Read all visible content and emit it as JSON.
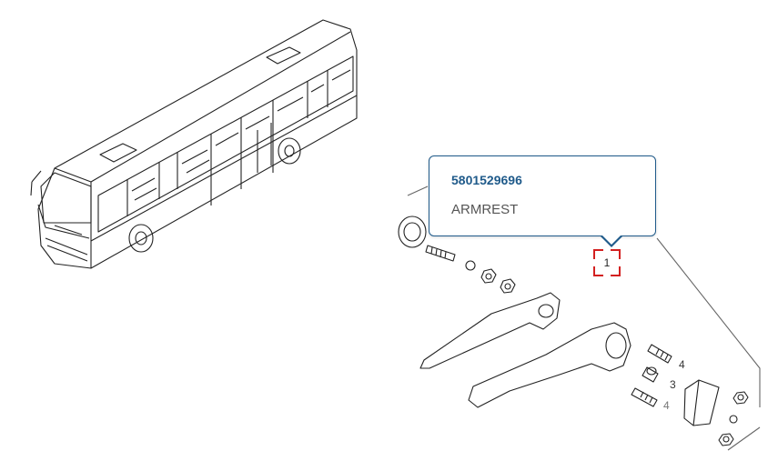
{
  "tooltip": {
    "part_number": "5801529696",
    "description": "ARMREST"
  },
  "callouts": {
    "main": "1",
    "washer_top": "4",
    "spacer": "3",
    "washer_bottom": "4"
  },
  "colors": {
    "tooltip_border": "#1f5a8a",
    "part_number": "#1f5a8a",
    "callout_highlight": "#d32020"
  }
}
